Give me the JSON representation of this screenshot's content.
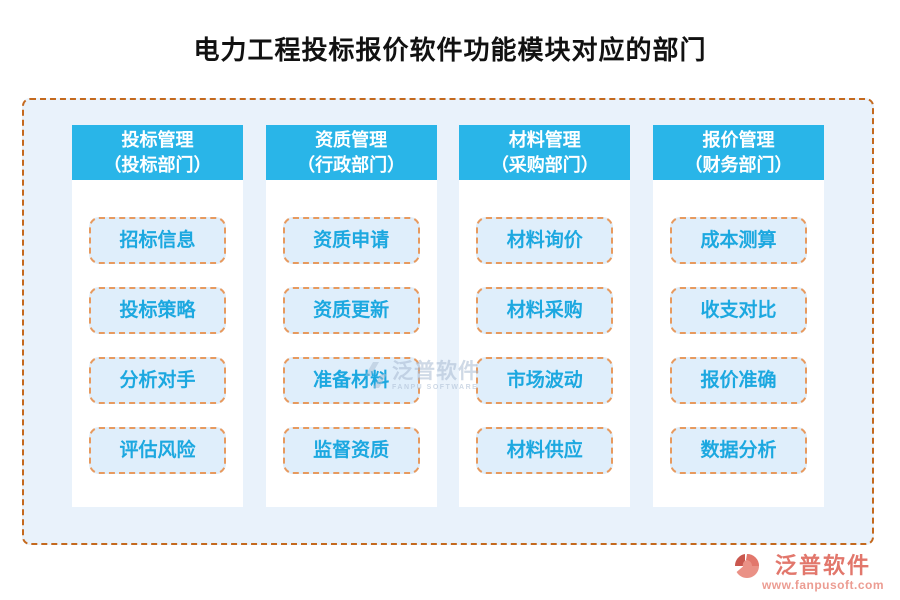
{
  "title": "电力工程投标报价软件功能模块对应的部门",
  "columns": [
    {
      "name": "bidding-management",
      "title": "投标管理",
      "dept": "（投标部门）",
      "items": [
        "招标信息",
        "投标策略",
        "分析对手",
        "评估风险"
      ]
    },
    {
      "name": "qualification-management",
      "title": "资质管理",
      "dept": "（行政部门）",
      "items": [
        "资质申请",
        "资质更新",
        "准备材料",
        "监督资质"
      ]
    },
    {
      "name": "material-management",
      "title": "材料管理",
      "dept": "（采购部门）",
      "items": [
        "材料询价",
        "材料采购",
        "市场波动",
        "材料供应"
      ]
    },
    {
      "name": "quotation-management",
      "title": "报价管理",
      "dept": "（财务部门）",
      "items": [
        "成本测算",
        "收支对比",
        "报价准确",
        "数据分析"
      ]
    }
  ],
  "watermark": {
    "name": "泛普软件",
    "sub": "FANPU SOFTWARE"
  },
  "logo": {
    "name": "泛普软件",
    "url": "www.fanpusoft.com"
  },
  "colors": {
    "header_blue": "#29B5E8",
    "board_bg": "#E9F2FB",
    "board_border": "#C4691E",
    "item_bg": "#DFEEFB",
    "item_border": "#E79A5F",
    "item_text": "#1CA8E0",
    "title_text": "#111111",
    "logo_main": "#E2776C",
    "logo_sub": "#EC9C92",
    "watermark": "#A9BBD2"
  }
}
